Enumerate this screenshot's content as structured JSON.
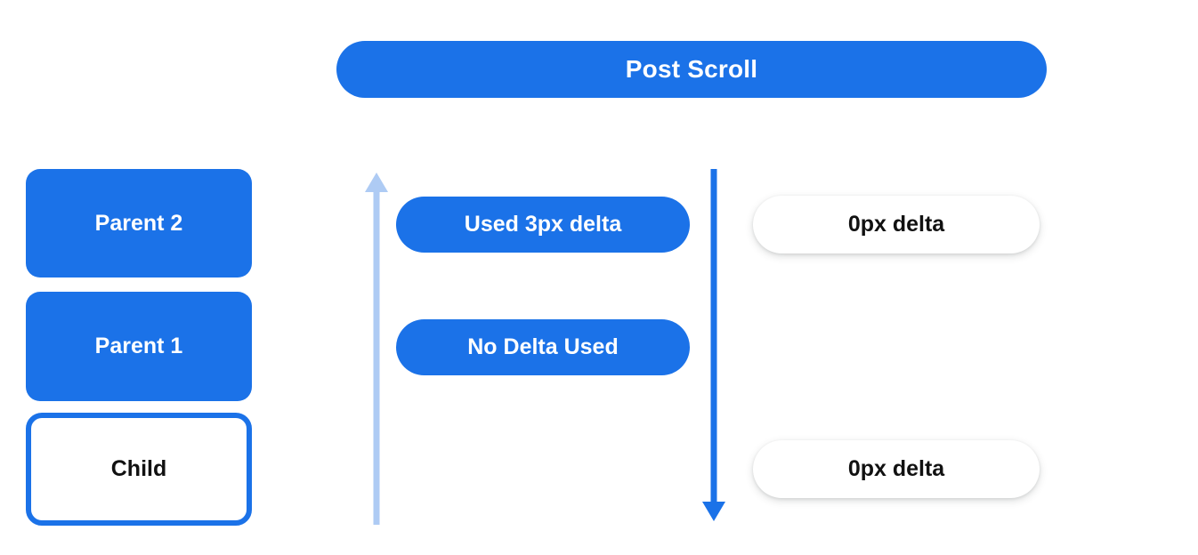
{
  "header": {
    "title": "Post Scroll"
  },
  "colors": {
    "brand_blue": "#1b72e8",
    "light_blue": "#aecbf4",
    "background": "#ffffff",
    "text_dark": "#111111",
    "text_light": "#ffffff"
  },
  "node_column": {
    "nodes": [
      {
        "label": "Parent 2",
        "style": "filled"
      },
      {
        "label": "Parent 1",
        "style": "filled"
      },
      {
        "label": "Child",
        "style": "outlined"
      }
    ]
  },
  "arrows": {
    "up": {
      "name": "up-arrow",
      "direction": "up",
      "color": "#aecbf4"
    },
    "down": {
      "name": "down-arrow",
      "direction": "down",
      "color": "#1b72e8"
    }
  },
  "middle_column": {
    "pills": [
      {
        "label": "Used 3px delta"
      },
      {
        "label": "No Delta Used"
      }
    ]
  },
  "right_column": {
    "pills": [
      {
        "label": "0px delta"
      },
      {
        "label": "0px delta"
      }
    ]
  }
}
